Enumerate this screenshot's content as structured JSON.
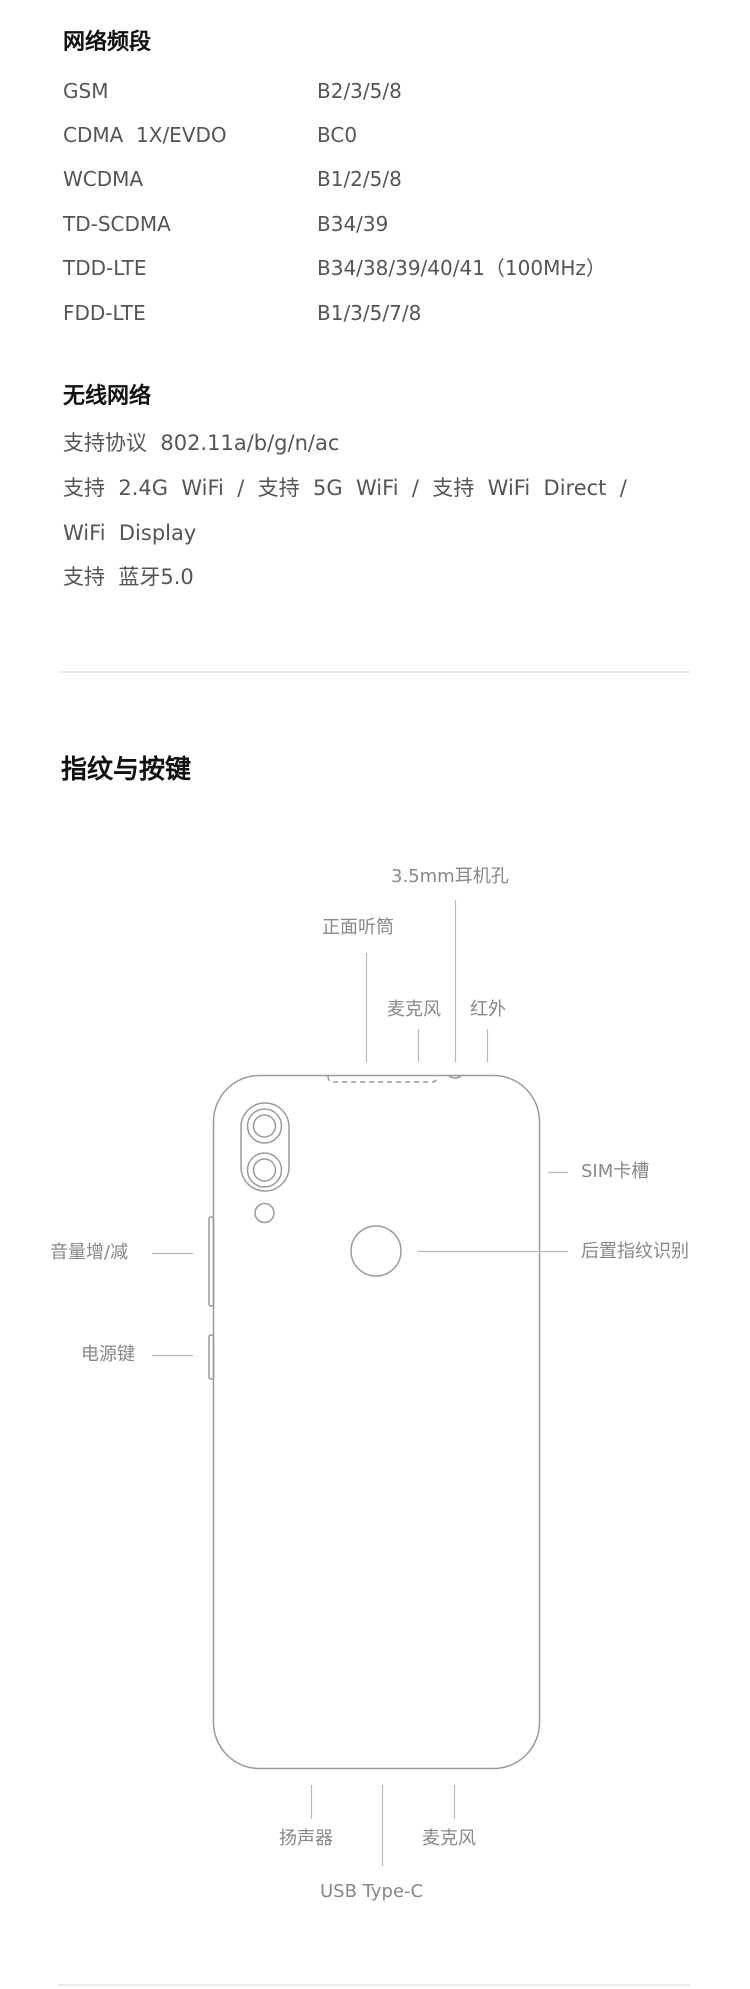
{
  "network_bands": {
    "title": "网络频段",
    "rows": [
      {
        "label": "GSM",
        "value": "B2/3/5/8"
      },
      {
        "label": "CDMA  1X/EVDO",
        "value": "BC0"
      },
      {
        "label": "WCDMA",
        "value": "B1/2/5/8"
      },
      {
        "label": "TD-SCDMA",
        "value": "B34/39"
      },
      {
        "label": "TDD-LTE",
        "value": "B34/38/39/40/41（100MHz）"
      },
      {
        "label": "FDD-LTE",
        "value": "B1/3/5/7/8"
      }
    ]
  },
  "wireless": {
    "title": "无线网络",
    "lines": [
      "支持协议  802.11a/b/g/n/ac",
      "支持  2.4G  WiFi  /  支持  5G  WiFi  /  支持  WiFi  Direct  /",
      "WiFi  Display",
      "支持  蓝牙5.0"
    ]
  },
  "fingerprint_keys": {
    "title": "指纹与按键",
    "labels": {
      "headphone_jack": "3.5mm耳机孔",
      "earpiece": "正面听筒",
      "top_mic": "麦克风",
      "infrared": "红外",
      "sim_slot": "SIM卡槽",
      "rear_fingerprint": "后置指纹识别",
      "volume": "音量增/减",
      "power": "电源键",
      "speaker": "扬声器",
      "bottom_mic": "麦克风",
      "usb": "USB Type-C"
    }
  },
  "colors": {
    "heading": "#111111",
    "body_text": "#555555",
    "diagram_label": "#888888",
    "line": "#9a9a9a",
    "divider": "#ececec"
  }
}
